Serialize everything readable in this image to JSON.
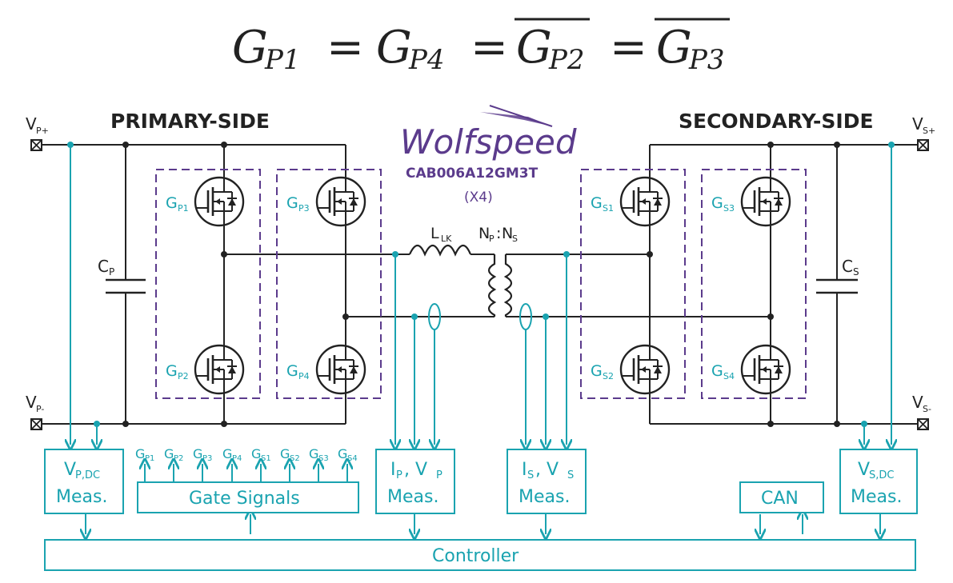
{
  "equation": {
    "gp1": "G",
    "gp1_sub": "P1",
    "gp4": "G",
    "gp4_sub": "P4",
    "gp2": "G",
    "gp2_sub": "P2",
    "gp3": "G",
    "gp3_sub": "P3",
    "eq": "="
  },
  "header": {
    "primary_title": "PRIMARY-SIDE",
    "secondary_title": "SECONDARY-SIDE"
  },
  "brand": {
    "logo_text": "Wolfspeed",
    "part_number": "CAB006A12GM3T",
    "quantity": "(X4)"
  },
  "terminals": {
    "vp_plus": "V",
    "vp_plus_sub": "P+",
    "vp_minus": "V",
    "vp_minus_sub": "P-",
    "vs_plus": "V",
    "vs_plus_sub": "S+",
    "vs_minus": "V",
    "vs_minus_sub": "S-"
  },
  "components": {
    "cp": "C",
    "cp_sub": "P",
    "cs": "C",
    "cs_sub": "S",
    "llk": "L",
    "llk_sub": "LK",
    "np": "N",
    "np_sub": "P",
    "ns_colon": ":",
    "ns": "N",
    "ns_sub": "S"
  },
  "switches": {
    "gp1": "G",
    "gp1_sub": "P1",
    "gp2": "G",
    "gp2_sub": "P2",
    "gp3": "G",
    "gp3_sub": "P3",
    "gp4": "G",
    "gp4_sub": "P4",
    "gs1": "G",
    "gs1_sub": "S1",
    "gs2": "G",
    "gs2_sub": "S2",
    "gs3": "G",
    "gs3_sub": "S3",
    "gs4": "G",
    "gs4_sub": "S4"
  },
  "gate_labels": [
    {
      "g": "G",
      "sub": "P1"
    },
    {
      "g": "G",
      "sub": "P2"
    },
    {
      "g": "G",
      "sub": "P3"
    },
    {
      "g": "G",
      "sub": "P4"
    },
    {
      "g": "G",
      "sub": "S1"
    },
    {
      "g": "G",
      "sub": "S2"
    },
    {
      "g": "G",
      "sub": "S3"
    },
    {
      "g": "G",
      "sub": "S4"
    }
  ],
  "blocks": {
    "vpdc_line1": "V",
    "vpdc_sub": "P,DC",
    "vpdc_line2": "Meas.",
    "gate_signals": "Gate Signals",
    "ipvp_line1a": "I",
    "ipvp_sub_a": "P",
    "ipvp_comma": ", V",
    "ipvp_sub_b": "P",
    "ipvp_line2": "Meas.",
    "isvs_line1a": "I",
    "isvs_sub_a": "S",
    "isvs_comma": ", V",
    "isvs_sub_b": "S",
    "isvs_line2": "Meas.",
    "can": "CAN",
    "vsdc_line1": "V",
    "vsdc_sub": "S,DC",
    "vsdc_line2": "Meas.",
    "controller": "Controller"
  },
  "colors": {
    "circuit": "#222222",
    "signal": "#1aa3b0",
    "brand": "#5b3b8c",
    "dashed_box": "#5b3b8c"
  }
}
